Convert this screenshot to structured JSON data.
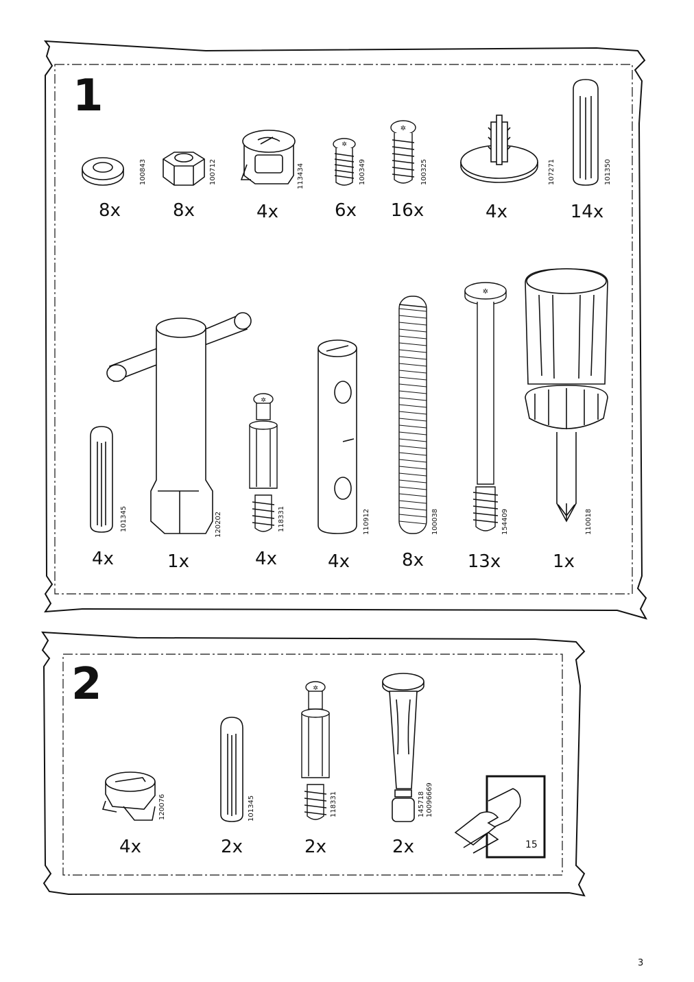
{
  "page_number": "3",
  "bag1": {
    "number": "1",
    "parts": [
      {
        "name": "split-lock-washer",
        "code": "100843",
        "qty": "8x"
      },
      {
        "name": "hex-nut",
        "code": "100712",
        "qty": "8x"
      },
      {
        "name": "cam-lock",
        "code": "113434",
        "qty": "4x"
      },
      {
        "name": "short-screw",
        "code": "100349",
        "qty": "6x"
      },
      {
        "name": "screw",
        "code": "100325",
        "qty": "16x"
      },
      {
        "name": "plastic-foot",
        "code": "107271",
        "qty": "4x"
      },
      {
        "name": "wooden-dowel-long",
        "code": "101350",
        "qty": "14x"
      },
      {
        "name": "wooden-dowel",
        "code": "101345",
        "qty": "4x"
      },
      {
        "name": "t-wrench",
        "code": "120202",
        "qty": "1x"
      },
      {
        "name": "cam-bolt",
        "code": "118331",
        "qty": "4x"
      },
      {
        "name": "barrel-nut",
        "code": "110912",
        "qty": "4x"
      },
      {
        "name": "threaded-rod",
        "code": "100038",
        "qty": "8x"
      },
      {
        "name": "long-bolt",
        "code": "154409",
        "qty": "13x"
      },
      {
        "name": "screwdriver",
        "code": "110018",
        "qty": "1x"
      }
    ]
  },
  "bag2": {
    "number": "2",
    "parts": [
      {
        "name": "cam-lock-small",
        "code": "120076",
        "qty": "4x"
      },
      {
        "name": "wooden-dowel",
        "code": "101345",
        "qty": "2x"
      },
      {
        "name": "cam-bolt",
        "code": "118331",
        "qty": "2x"
      },
      {
        "name": "plastic-plug",
        "code": "145718",
        "code2": "10096669",
        "qty": "2x"
      }
    ],
    "page_reference": "15"
  }
}
